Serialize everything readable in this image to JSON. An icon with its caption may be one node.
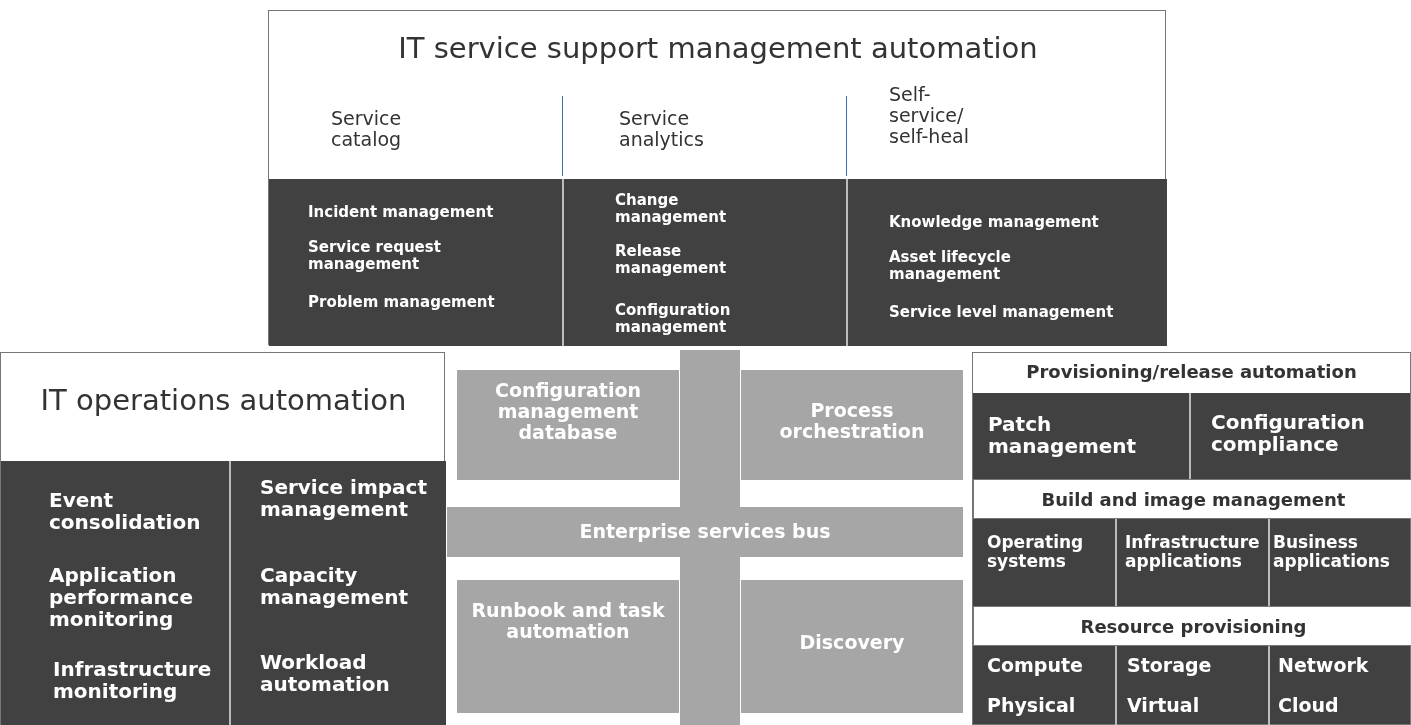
{
  "diagram": {
    "nodes": [
      {
        "text": [
          "IT service support management automation"
        ]
      },
      {
        "text": [
          "Service catalog",
          "Incident management",
          "Service request management",
          "Problem management"
        ],
        "in": 0
      },
      {
        "text": [
          "Service analytics",
          "Change management",
          "Release management",
          "Configuration management"
        ],
        "in": 0
      },
      {
        "text": [
          "Self-service/ self-heal",
          "Knowledge management",
          "Asset lifecycle management",
          "Service level management"
        ],
        "in": 0
      },
      {
        "text": [
          "IT operations automation"
        ]
      },
      {
        "text": [
          "Event consolidation",
          "Application performance monitoring",
          "Infrastructure monitoring"
        ],
        "in": 4
      },
      {
        "text": [
          "Service impact management",
          "Capacity management",
          "Workload automation"
        ],
        "in": 4
      },
      {
        "text": [
          "Configuration management database"
        ]
      },
      {
        "text": [
          "Process orchestration"
        ]
      },
      {
        "text": [
          "Enterprise services bus"
        ]
      },
      {
        "text": [
          "Runbook and task automation"
        ]
      },
      {
        "text": [
          "Discovery"
        ]
      },
      {
        "text": [
          "Provisioning/release automation"
        ]
      },
      {
        "text": [
          "Patch management"
        ],
        "in": 12
      },
      {
        "text": [
          "Configuration compliance"
        ],
        "in": 12
      },
      {
        "text": [
          "Build and image management"
        ],
        "in": 12
      },
      {
        "text": [
          "Operating systems"
        ],
        "in": 12
      },
      {
        "text": [
          "Infrastructure applications"
        ],
        "in": 12
      },
      {
        "text": [
          "Business applications"
        ],
        "in": 12
      },
      {
        "text": [
          "Resource provisioning"
        ],
        "in": 12
      },
      {
        "text": [
          "Compute",
          "Physical"
        ],
        "in": 12
      },
      {
        "text": [
          "Storage",
          "Virtual"
        ],
        "in": 12
      },
      {
        "text": [
          "Network",
          "Cloud"
        ],
        "in": 12
      },
      {
        "text": [],
        "shape": "bar"
      },
      {
        "text": [],
        "shape": "bar"
      }
    ],
    "edges": []
  }
}
